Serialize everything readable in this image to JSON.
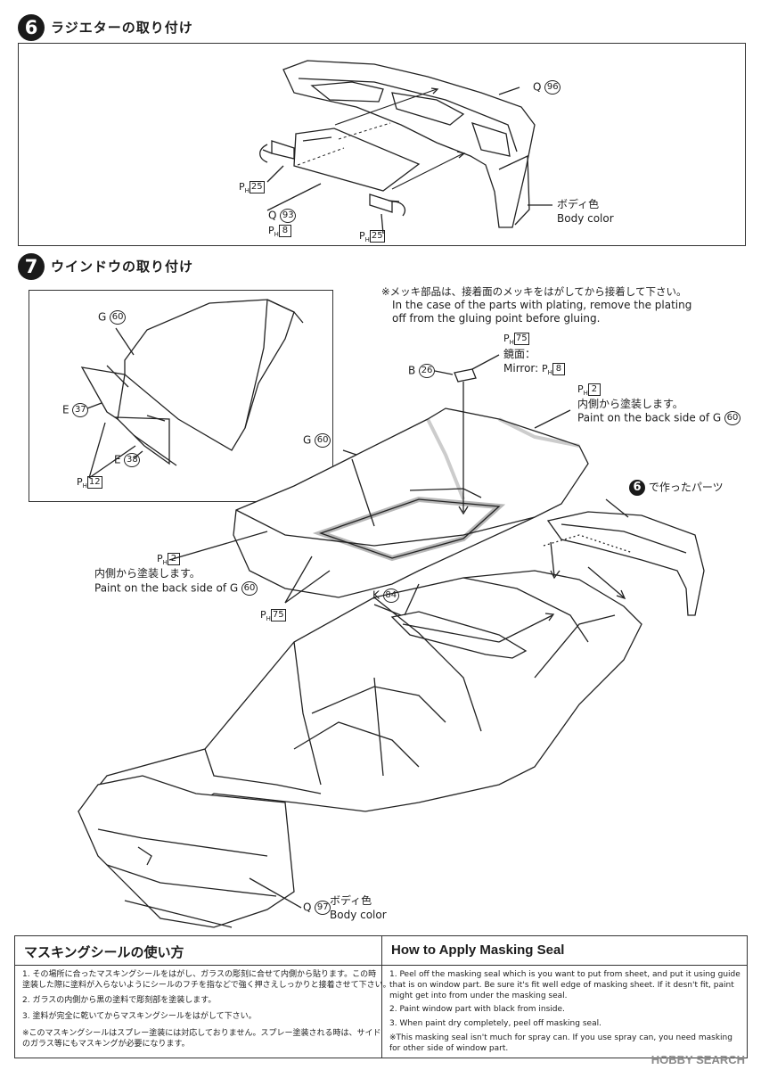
{
  "step6": {
    "number": "6",
    "title": "ラジエターの取り付け",
    "labels": {
      "q96_letter": "Q",
      "q96_num": "96",
      "ph25a_num": "25",
      "q93_letter": "Q",
      "q93_num": "93",
      "ph8_num": "8",
      "ph25b_num": "25",
      "body_color_jp": "ボディ色",
      "body_color_en": "Body color"
    }
  },
  "step7": {
    "number": "7",
    "title": "ウインドウの取り付け",
    "plating_note": {
      "jp": "※メッキ部品は、接着面のメッキをはがしてから接着して下さい。",
      "en1": "In the case of the parts with plating, remove the plating",
      "en2": "off from the gluing point before gluing."
    },
    "ph75_top_num": "75",
    "mirror_jp": "鏡面：",
    "mirror_en": "Mirror:",
    "ph8_num": "8",
    "b26_letter": "B",
    "b26_num": "26",
    "ph2_top_num": "2",
    "paint_inside_jp": "内側から塗装します。",
    "paint_back_en": "Paint on the back side of G",
    "g60_num": "60",
    "g60_inset_letter": "G",
    "g60_inset_num": "60",
    "g60_mid_letter": "G",
    "g60_mid_num": "60",
    "e37_letter": "E",
    "e37_num": "37",
    "e38_letter": "E",
    "e38_num": "38",
    "ph12_num": "12",
    "step6_ref_num": "6",
    "step6_ref_text": "で作ったパーツ",
    "ph2_left_num": "2",
    "ph75_bottom_num": "75",
    "k84_letter": "K",
    "k84_num": "84",
    "q97_letter": "Q",
    "q97_num": "97",
    "body_color_jp": "ボディ色",
    "body_color_en": "Body color",
    "ph_letter": "P",
    "ph_sub": "H"
  },
  "masking_jp": {
    "title": "マスキングシールの使い方",
    "items": [
      "1. その場所に合ったマスキングシールをはがし、ガラスの彫刻に合せて内側から貼ります。この時",
      "塗装した際に塗料が入らないようにシールのフチを指などで強く押さえしっかりと接着させて下さい。",
      "2. ガラスの内側から黒の塗料で彫刻部を塗装します。",
      "3. 塗料が完全に乾いてからマスキングシールをはがして下さい。",
      "※このマスキングシールはスプレー塗装には対応しておりません。スプレー塗装される時は、サイド",
      "のガラス等にもマスキングが必要になります。"
    ]
  },
  "masking_en": {
    "title": "How to Apply Masking Seal",
    "items": [
      "1. Peel off the masking seal which is you want to put from sheet, and put it using guide",
      "that is on window part. Be sure it's fit well edge of masking sheet. If it desn't fit, paint",
      "might get into from under the masking seal.",
      "2. Paint window part with black from inside.",
      "3. When paint dry completely, peel off masking seal.",
      "※This masking seal isn't much for spray can. If you use spray can, you need masking",
      "for other side of window part."
    ]
  },
  "watermark": "HOBBY SEARCH"
}
